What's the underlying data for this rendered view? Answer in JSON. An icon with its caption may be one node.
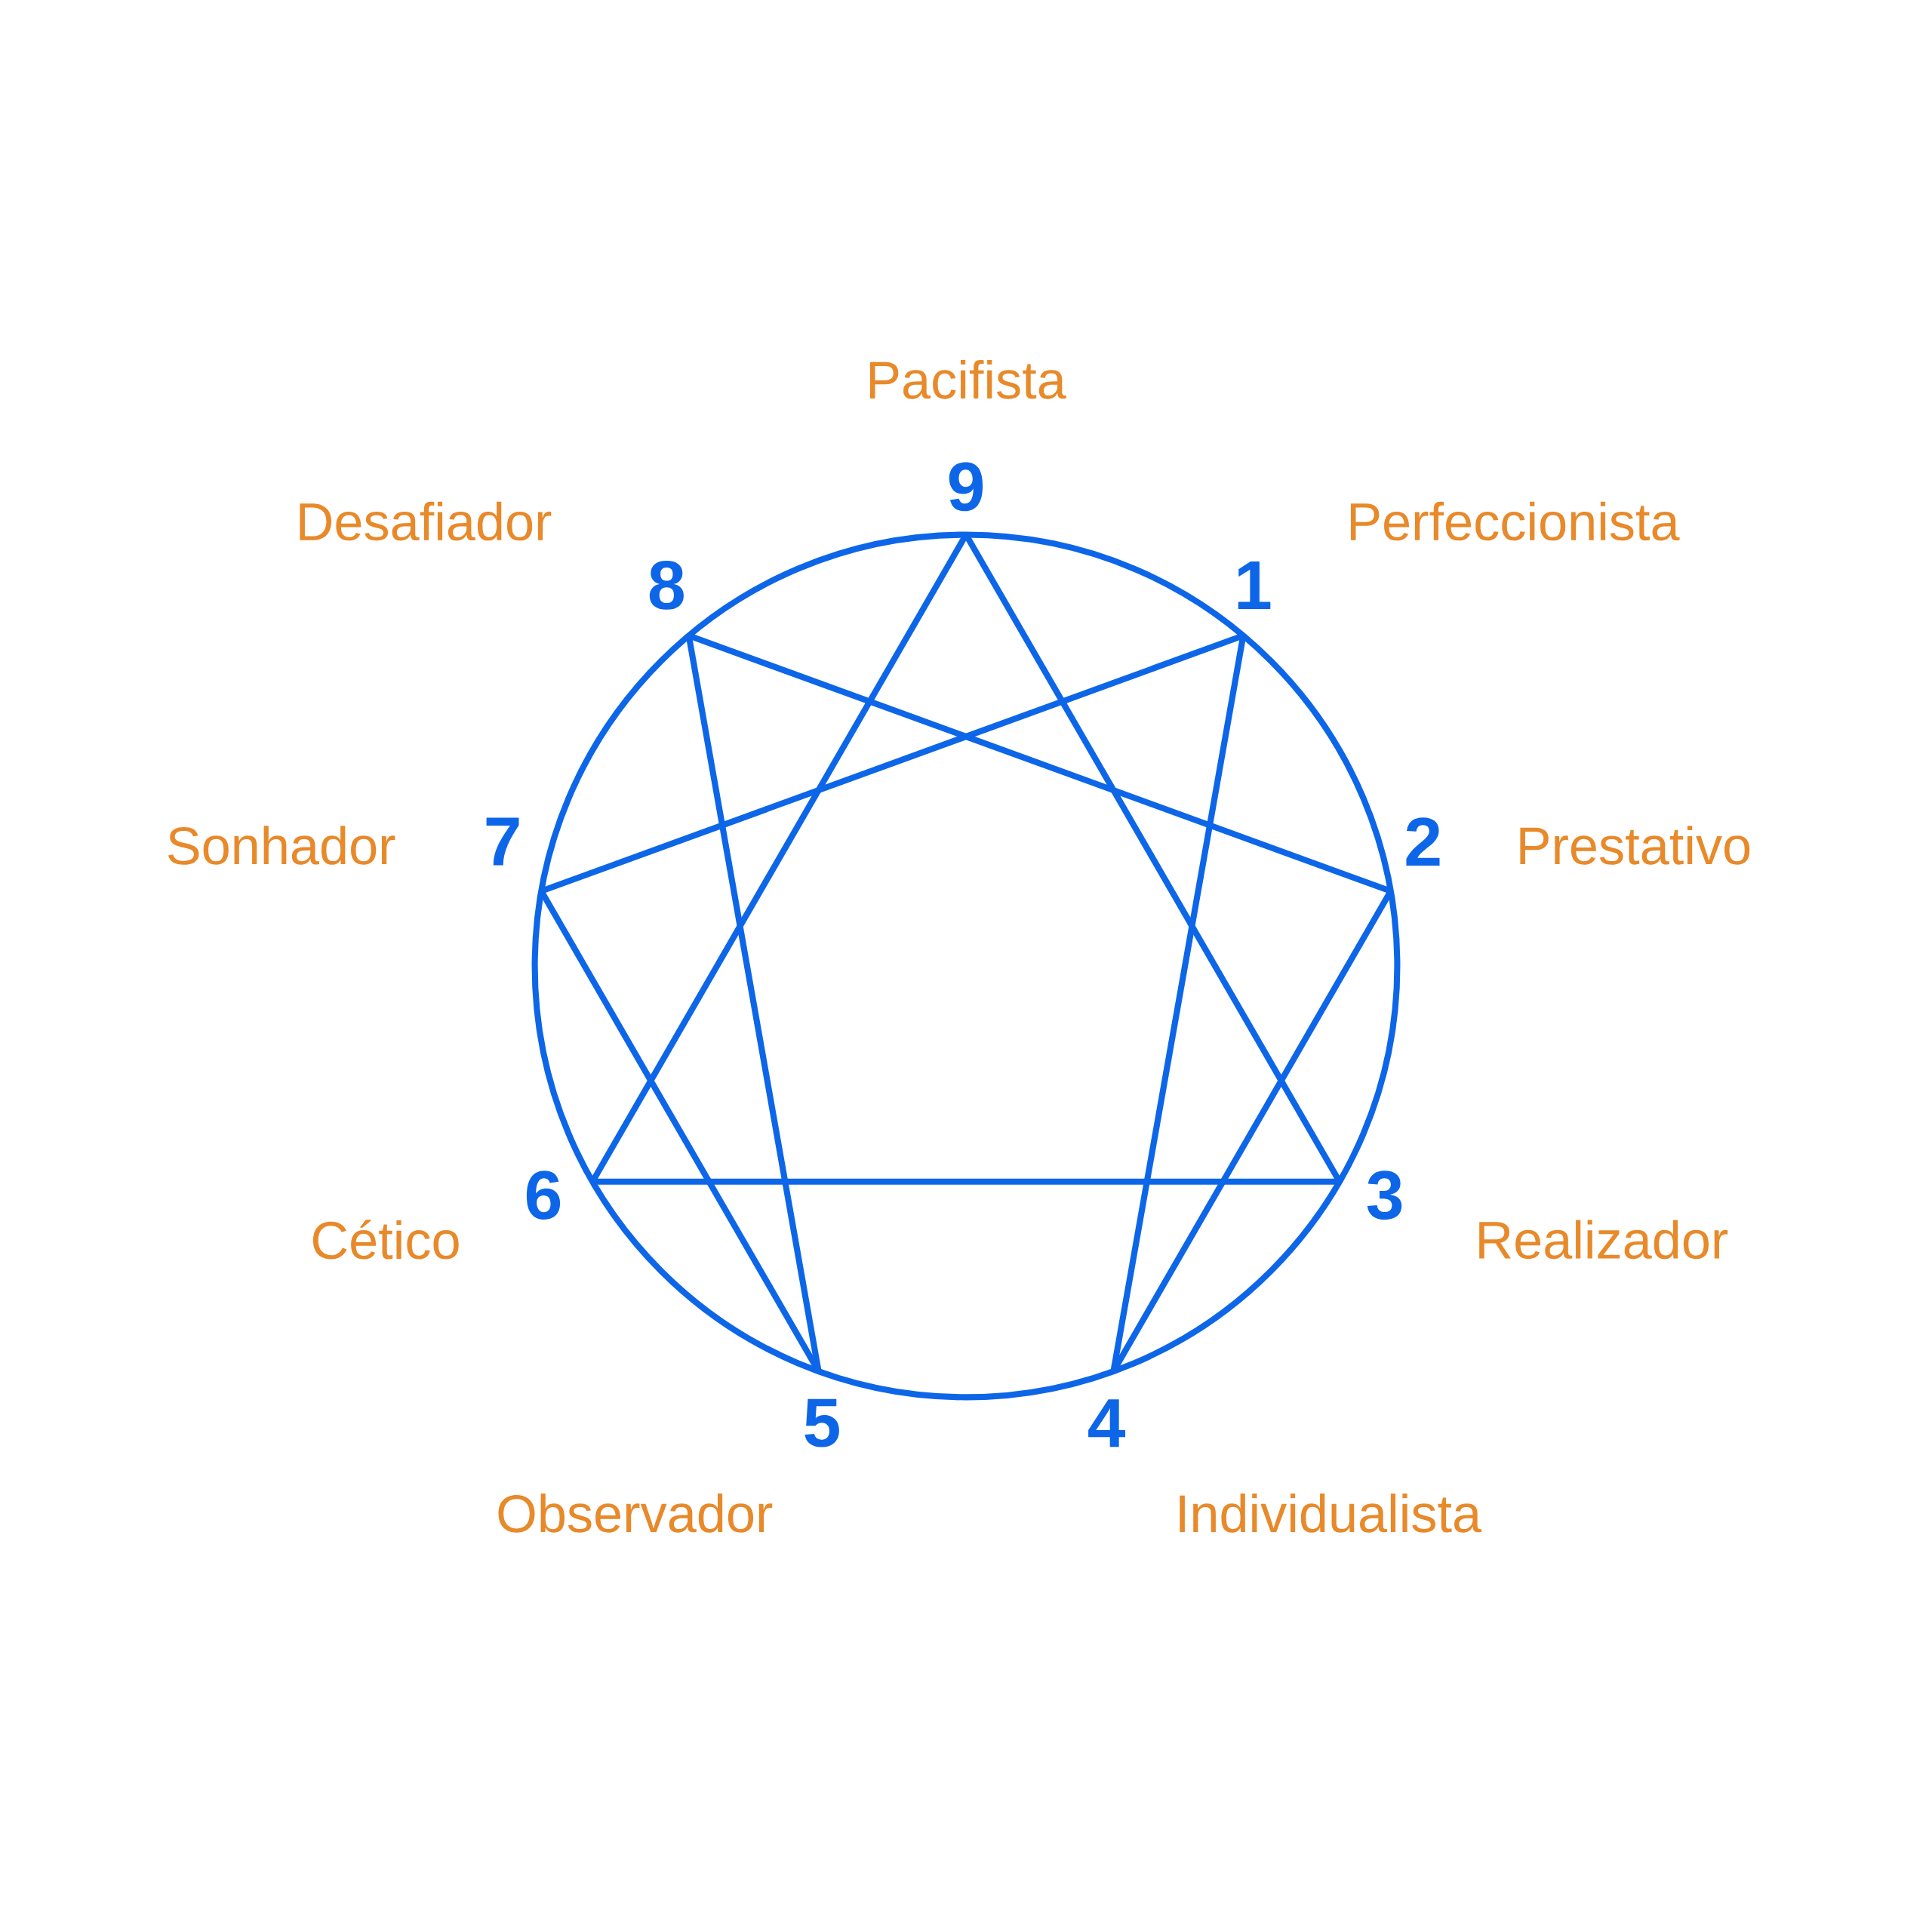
{
  "diagram": {
    "nodes": [
      {
        "text": [
          "9"
        ],
        "beside": [
          "Pacifista"
        ]
      },
      {
        "text": [
          "1"
        ],
        "beside": [
          "Perfeccionista"
        ]
      },
      {
        "text": [
          "2"
        ],
        "beside": [
          "Prestativo"
        ]
      },
      {
        "text": [
          "3"
        ],
        "beside": [
          "Realizador"
        ]
      },
      {
        "text": [
          "4"
        ],
        "beside": [
          "Individualista"
        ]
      },
      {
        "text": [
          "5"
        ],
        "beside": [
          "Observador"
        ]
      },
      {
        "text": [
          "6"
        ],
        "beside": [
          "Cético"
        ]
      },
      {
        "text": [
          "7"
        ],
        "beside": [
          "Sonhador"
        ]
      },
      {
        "text": [
          "8"
        ],
        "beside": [
          "Desafiador"
        ]
      }
    ],
    "edges": [
      {
        "from": 0,
        "to": 3,
        "arrow": "none"
      },
      {
        "from": 3,
        "to": 6,
        "arrow": "none"
      },
      {
        "from": 6,
        "to": 0,
        "arrow": "none"
      },
      {
        "from": 1,
        "to": 4,
        "arrow": "none"
      },
      {
        "from": 4,
        "to": 2,
        "arrow": "none"
      },
      {
        "from": 2,
        "to": 8,
        "arrow": "none"
      },
      {
        "from": 8,
        "to": 5,
        "arrow": "none"
      },
      {
        "from": 5,
        "to": 7,
        "arrow": "none"
      },
      {
        "from": 7,
        "to": 1,
        "arrow": "none"
      }
    ]
  }
}
